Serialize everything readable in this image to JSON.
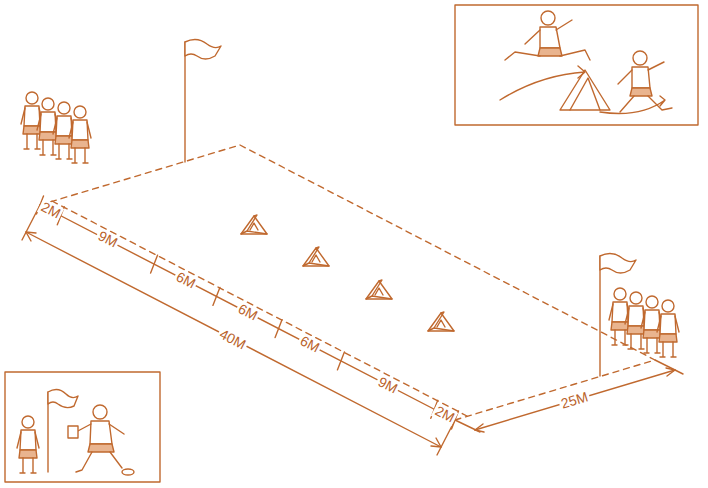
{
  "diagram": {
    "labels": [
      "2M",
      "9M",
      "6M",
      "6M",
      "6M",
      "9M",
      "2M",
      "40M",
      "25M"
    ]
  }
}
